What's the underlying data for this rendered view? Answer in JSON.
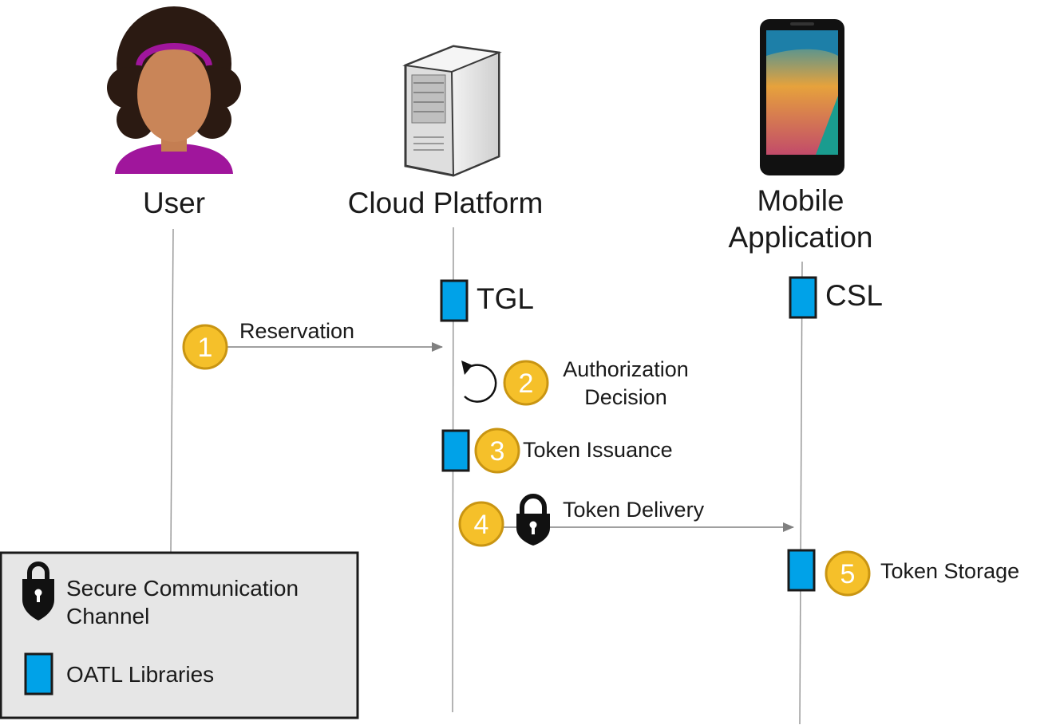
{
  "actors": {
    "user": "User",
    "cloud": "Cloud Platform",
    "mobile_line1": "Mobile",
    "mobile_line2": "Application"
  },
  "libraries": {
    "cloud": "TGL",
    "mobile": "CSL"
  },
  "steps": [
    {
      "number": "1",
      "label": "Reservation"
    },
    {
      "number": "2",
      "label_line1": "Authorization",
      "label_line2": "Decision"
    },
    {
      "number": "3",
      "label": "Token Issuance"
    },
    {
      "number": "4",
      "label": "Token Delivery"
    },
    {
      "number": "5",
      "label": "Token Storage"
    }
  ],
  "legend": {
    "secure_line1": "Secure Communication",
    "secure_line2": "Channel",
    "oatl": "OATL Libraries"
  },
  "colors": {
    "badge": "#f5c02a",
    "badge_border": "#c99512",
    "library_block": "#00a2e8",
    "lifeline": "#9a9a9a",
    "arrow": "#808080",
    "legend_bg": "#e6e6e6"
  },
  "icons": {
    "user": "user-avatar-icon",
    "cloud": "server-tower-icon",
    "mobile": "smartphone-icon",
    "lock": "padlock-icon",
    "refresh": "circular-arrow-icon"
  }
}
